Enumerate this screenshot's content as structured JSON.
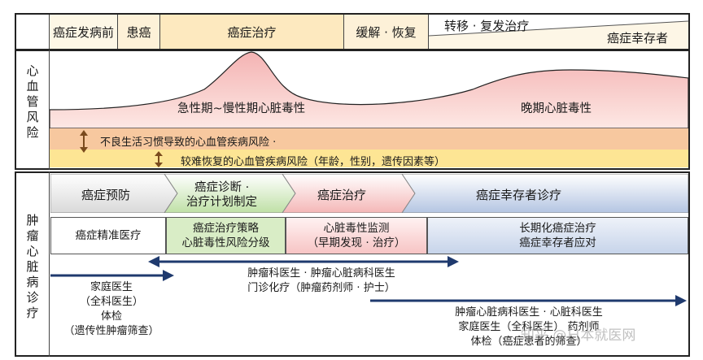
{
  "timeline": {
    "pre_onset": "癌症发病前",
    "patient": "患癌",
    "treatment": "癌症治疗",
    "remission": "缓解 · 恢复",
    "metastasis": "转移 · 复发治疗",
    "survivor": "癌症幸存者"
  },
  "risk_panel": {
    "label": "心血管风险",
    "acute_chronic": "急性期~慢性期心脏毒性",
    "late": "晚期心脏毒性",
    "lifestyle": "不良生活习惯导致的心血管疾病风险 ·",
    "hard_to_recover": "较难恢复的心血管疾病风险（年龄，性别，遗传因素等）"
  },
  "onco_panel": {
    "label": "肿瘤心脏病诊疗",
    "phases": [
      "癌症预防",
      "癌症诊断 ·",
      "治疗计划制定",
      "癌症治疗",
      "癌症幸存者诊疗"
    ],
    "boxes": {
      "precision": "癌症精准医疗",
      "strategy_1": "癌症治疗策略",
      "strategy_2": "心脏毒性风险分级",
      "monitor_1": "心脏毒性监测",
      "monitor_2": "（早期发现 · 治疗）",
      "longterm_1": "长期化癌症治疗",
      "longterm_2": "癌症幸存者应对"
    },
    "family": [
      "家庭医生",
      "（全科医生）",
      "体检",
      "（遗传性肿瘤筛查）"
    ],
    "oncology": [
      "肿瘤科医生 · 肿瘤心脏病科医生",
      "门诊化疗（肿瘤药剂师 · 护士）"
    ],
    "cardio": [
      "肿瘤心脏病科医生 · 心脏科医生",
      "家庭医生（全科医生）   药剂师",
      "体检（癌症患者的筛查）"
    ]
  },
  "watermark": "知乎 @日本就医网",
  "colors": {
    "pink_curve": "#f6c6c6",
    "lifestyle_band": "#f5c79a",
    "yellow_band": "#fde48a",
    "green": "#d7ecc3",
    "pink": "#f8cccc",
    "blue": "#c9d6ea",
    "navy": "#1f3a6e"
  }
}
